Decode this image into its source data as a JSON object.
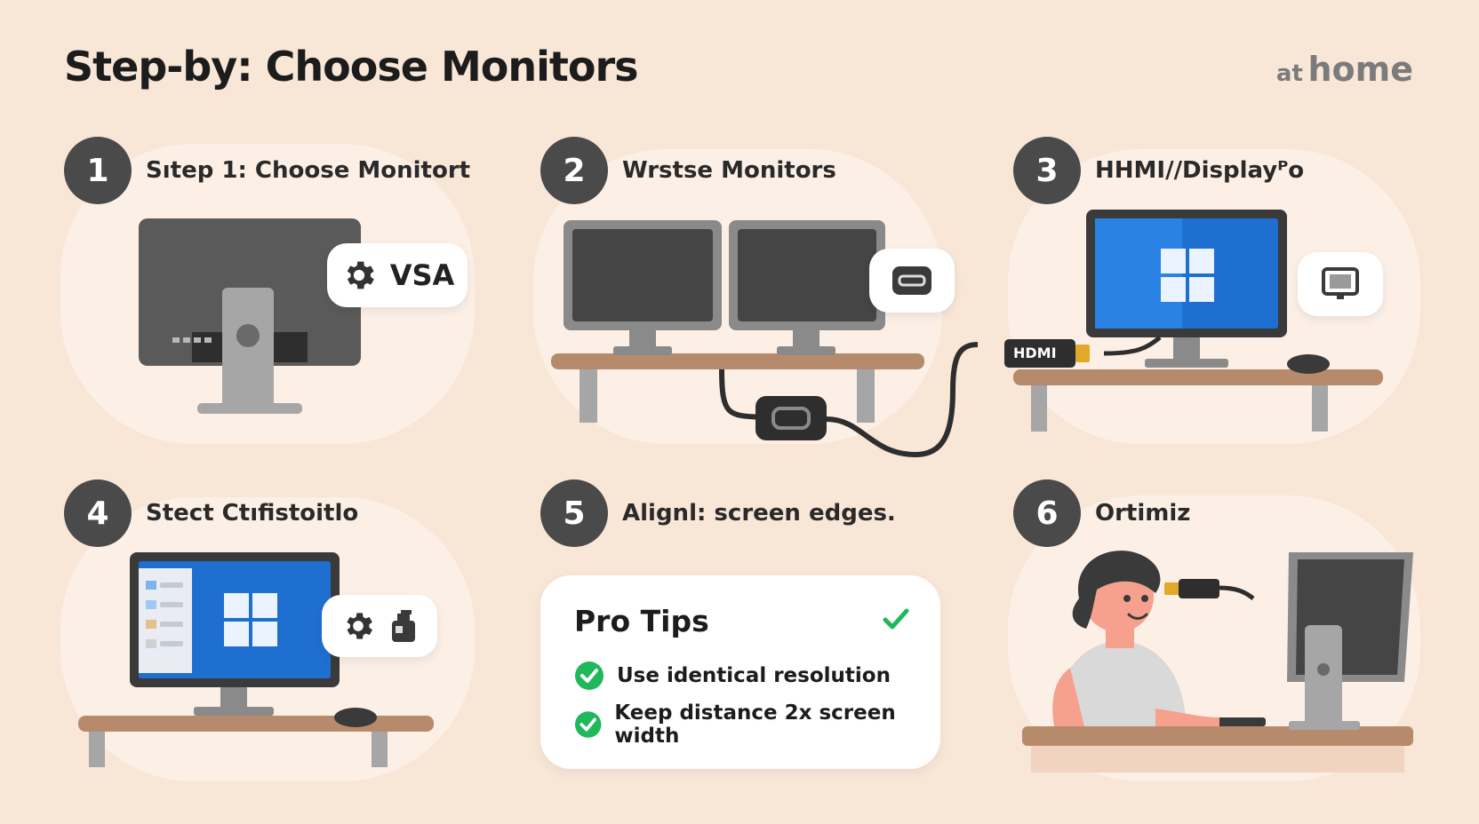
{
  "header": {
    "title": "Step-by: Choose Monitors"
  },
  "brand": {
    "prefix": "at",
    "name": "home"
  },
  "steps": [
    {
      "number": "1",
      "label": "Sıtep 1: Choose Monitort"
    },
    {
      "number": "2",
      "label": "Wrstse Monitors"
    },
    {
      "number": "3",
      "label": "HHMI//Displayᴾo"
    },
    {
      "number": "4",
      "label": "Stect Ctıfistoitlo"
    },
    {
      "number": "5",
      "label": "Alignl: screen edges."
    },
    {
      "number": "6",
      "label": "Ortimiz"
    }
  ],
  "step1": {
    "bubble_text": "VSA"
  },
  "step3": {
    "adapter_label": "HDMI"
  },
  "tips": {
    "title": "Pro Tips",
    "items": [
      "Use identical resolution",
      "Keep distance 2x screen width"
    ]
  },
  "colors": {
    "background": "#f8e6d7",
    "panel": "#fcf0e6",
    "step_circle": "#4a4a4a",
    "desk": "#b88a6c",
    "windows_blue": "#1f6fd1",
    "check_green": "#1fb85a"
  }
}
